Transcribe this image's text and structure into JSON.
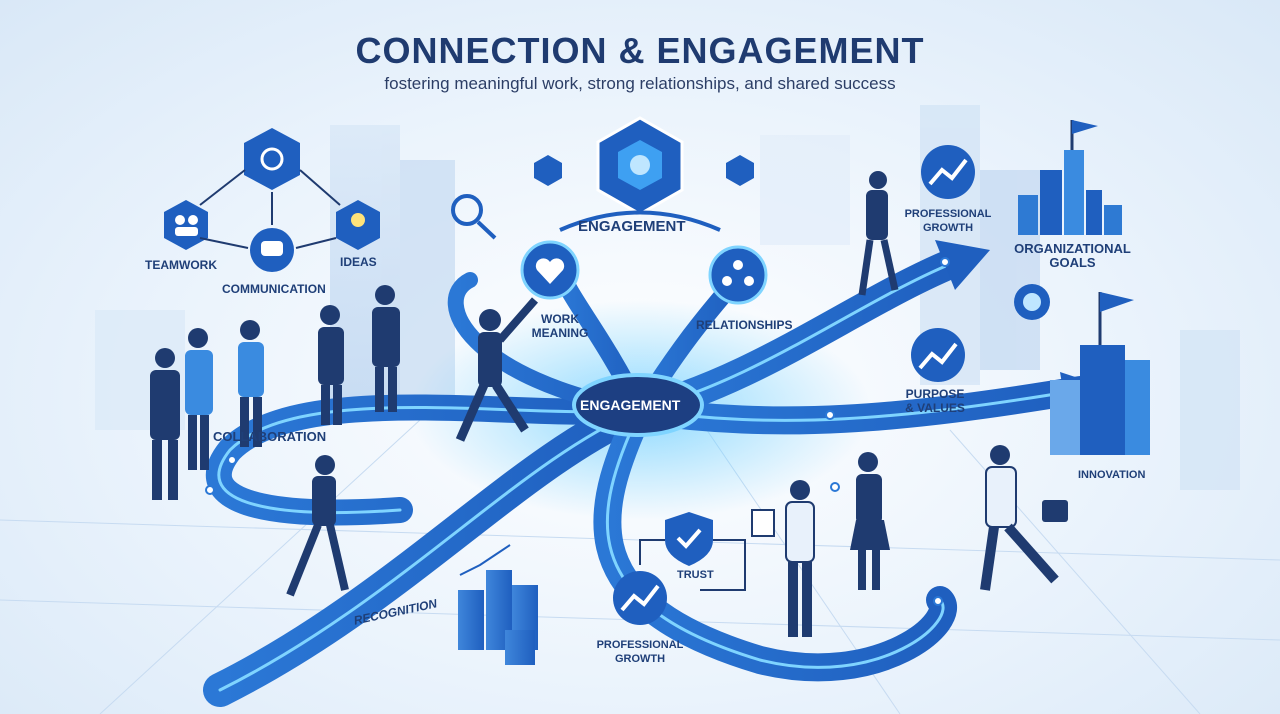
{
  "header": {
    "title": "CONNECTION & ENGAGEMENT",
    "subtitle": "fostering meaningful work, strong relationships, and shared success"
  },
  "labels": {
    "teamwork": "TEAMWORK",
    "communication": "COMMUNICATION",
    "ideas": "IDEAS",
    "engagement_top": "ENGAGEMENT",
    "engagement_center": "ENGAGEMENT",
    "work_meaning": "WORK\nMEANING",
    "relationships": "RELATIONSHIPS",
    "professional_growth_top": "PROFESSIONAL\nGROWTH",
    "organizational_goals": "ORGANIZATIONAL\nGOALS",
    "purpose_values": "PURPOSE\n& VALUES",
    "collaboration": "COLLABORATION",
    "innovation": "INNOVATION",
    "recognition": "RECOGNITION",
    "trust": "TRUST",
    "professional_growth_bottom": "PROFESSIONAL\nGROWTH"
  },
  "icons": {
    "hub": "network-hub-icon",
    "teamwork": "team-icon",
    "communication": "chat-bubble-icon",
    "ideas": "lightbulb-icon",
    "work_meaning": "heart-icon",
    "relationships": "people-circle-icon",
    "growth": "trend-up-icon",
    "trust": "shield-check-icon",
    "goal": "flag-icon"
  },
  "colors": {
    "primary": "#1f5fbf",
    "dark": "#1f3b70",
    "glow": "#2fb4ff",
    "light": "#cfe2f6"
  }
}
